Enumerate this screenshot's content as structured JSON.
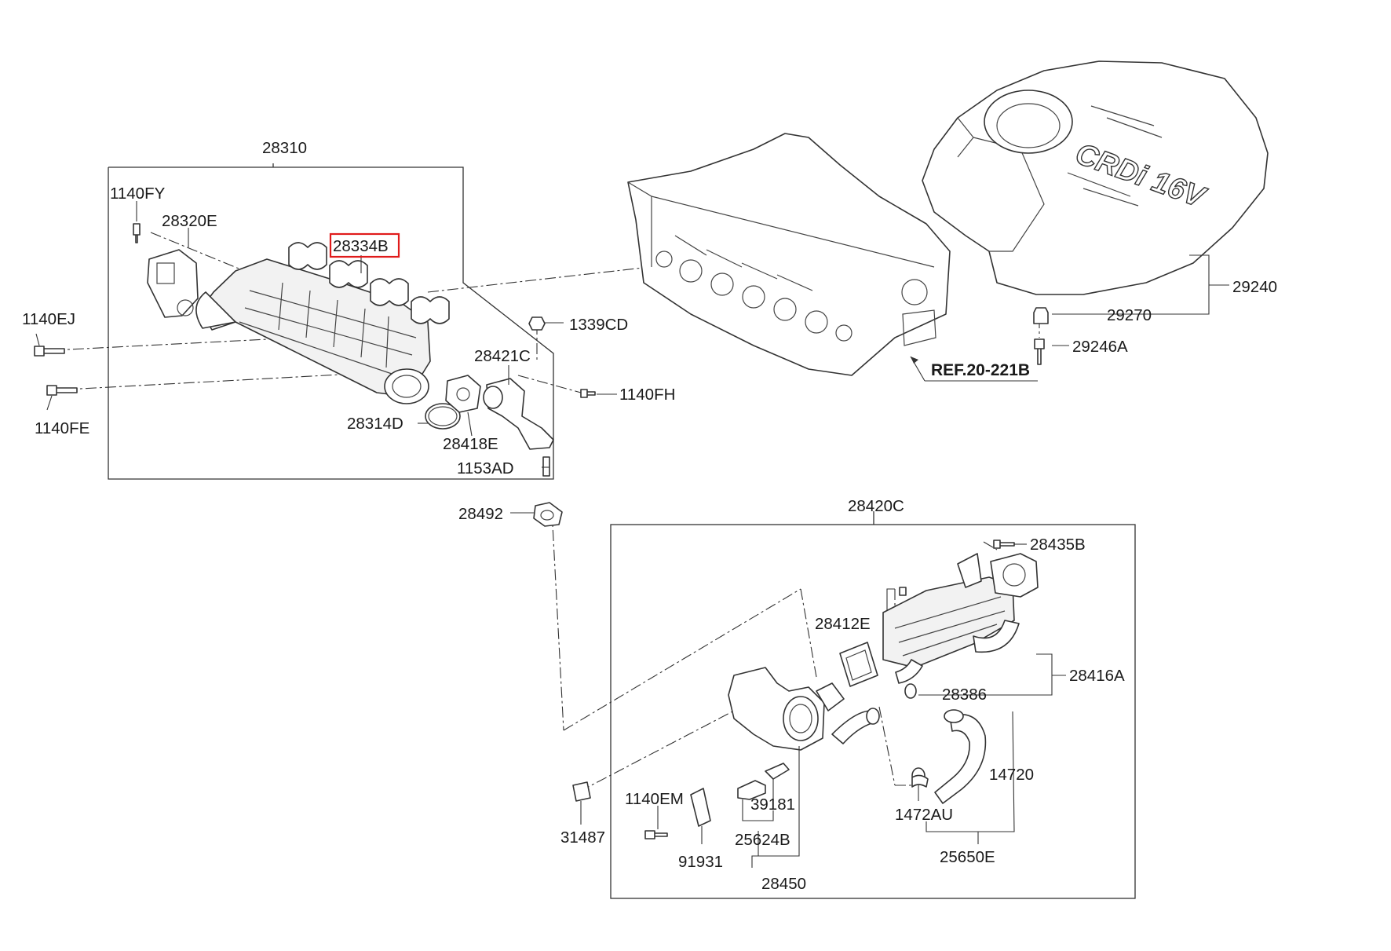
{
  "labels": {
    "p28310": "28310",
    "p1140FY": "1140FY",
    "p28320E": "28320E",
    "p28334B": "28334B",
    "p1140EJ": "1140EJ",
    "p1140FE": "1140FE",
    "p28314D": "28314D",
    "p28418E": "28418E",
    "p28421C": "28421C",
    "p1339CD": "1339CD",
    "p1140FH": "1140FH",
    "p1153AD": "1153AD",
    "p28492": "28492",
    "p29240": "29240",
    "p29270": "29270",
    "p29246A": "29246A",
    "ref": "REF.20-221B",
    "p28420C": "28420C",
    "p28435B": "28435B",
    "p28412E": "28412E",
    "p28416A": "28416A",
    "p28386": "28386",
    "p14720": "14720",
    "p1472AU": "1472AU",
    "p25650E": "25650E",
    "p1140EM": "1140EM",
    "p39181": "39181",
    "p25624B": "25624B",
    "p91931": "91931",
    "p28450": "28450",
    "p31487": "31487"
  },
  "cover_text": "CRDi 16V",
  "highlighted_part": "28334B",
  "colors": {
    "line": "#333333",
    "highlight": "#e01b1b",
    "background": "#ffffff"
  }
}
